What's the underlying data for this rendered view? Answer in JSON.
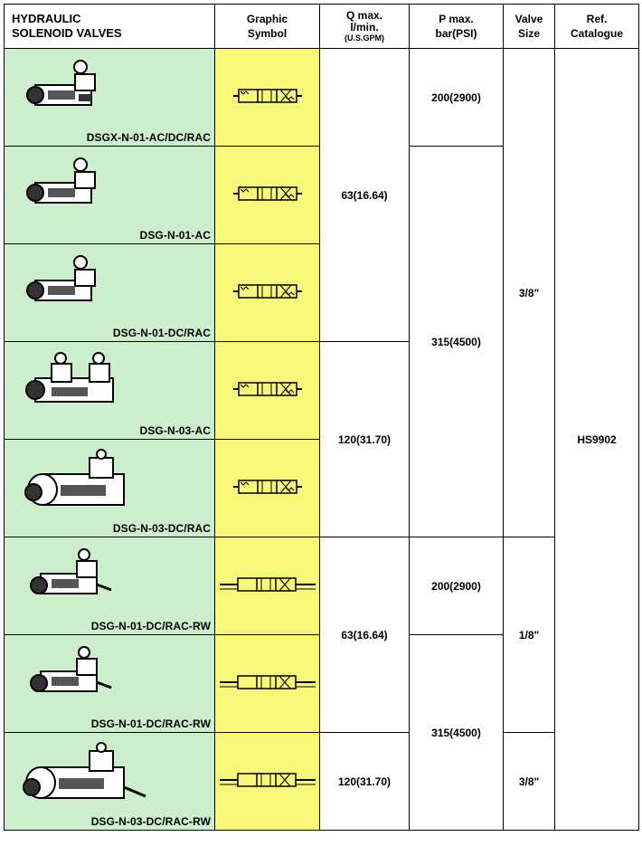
{
  "headers": {
    "valves_line1": "HYDRAULIC",
    "valves_line2": "SOLENOID VALVES",
    "symbol_line1": "Graphic",
    "symbol_line2": "Symbol",
    "q_line1": "Q max.",
    "q_line2": "l/min.",
    "q_line3": "(U.S.GPM)",
    "p_line1": "P max.",
    "p_line2": "bar(PSI)",
    "size_line1": "Valve",
    "size_line2": "Size",
    "ref_line1": "Ref.",
    "ref_line2": "Catalogue"
  },
  "rows": [
    {
      "model": "DSGX-N-01-AC/DC/RAC"
    },
    {
      "model": "DSG-N-01-AC"
    },
    {
      "model": "DSG-N-01-DC/RAC"
    },
    {
      "model": "DSG-N-03-AC"
    },
    {
      "model": "DSG-N-03-DC/RAC"
    },
    {
      "model": "DSG-N-01-DC/RAC-RW"
    },
    {
      "model": "DSG-N-01-DC/RAC-RW"
    },
    {
      "model": "DSG-N-03-DC/RAC-RW"
    }
  ],
  "q_max": [
    "63(16.64)",
    "120(31.70)",
    "63(16.64)",
    "120(31.70)"
  ],
  "p_max": [
    "200(2900)",
    "315(4500)",
    "200(2900)",
    "315(4500)"
  ],
  "valve_size": [
    "3/8\"",
    "1/8\"",
    "3/8\""
  ],
  "ref_catalogue": "HS9902",
  "colors": {
    "image_cell": "#cdeecd",
    "symbol_cell": "#f7f77a",
    "border": "#000000"
  },
  "icons": {
    "valve_picture": "solenoid-valve-icon",
    "symbol": "valve-graphic-symbol-icon"
  }
}
